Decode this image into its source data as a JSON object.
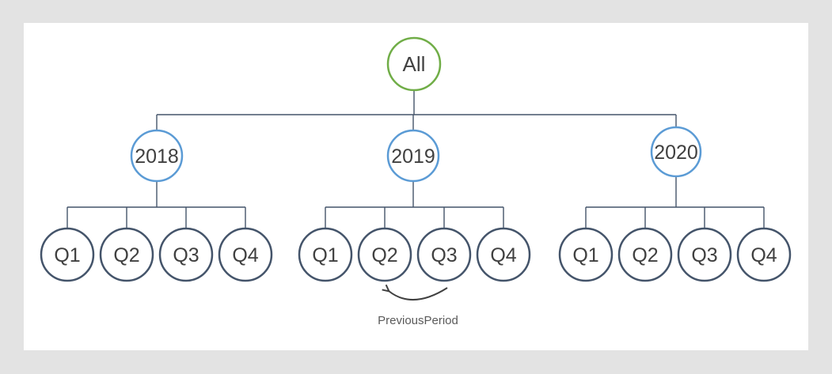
{
  "colors": {
    "page_background": "#e3e3e3",
    "canvas": "#ffffff",
    "root_border": "#70ad47",
    "year_border": "#5b9bd5",
    "quarter_border": "#44546a",
    "connector": "#44546a",
    "node_text": "#404040",
    "arrow": "#404040",
    "annotation_text": "#595959"
  },
  "tree": {
    "root": {
      "label": "All"
    },
    "years": [
      {
        "label": "2018",
        "quarters": [
          "Q1",
          "Q2",
          "Q3",
          "Q4"
        ]
      },
      {
        "label": "2019",
        "quarters": [
          "Q1",
          "Q2",
          "Q3",
          "Q4"
        ]
      },
      {
        "label": "2020",
        "quarters": [
          "Q1",
          "Q2",
          "Q3",
          "Q4"
        ]
      }
    ]
  },
  "annotation": {
    "label": "PreviousPeriod",
    "arrow_from": "2019 Q3",
    "arrow_to": "2019 Q2"
  }
}
